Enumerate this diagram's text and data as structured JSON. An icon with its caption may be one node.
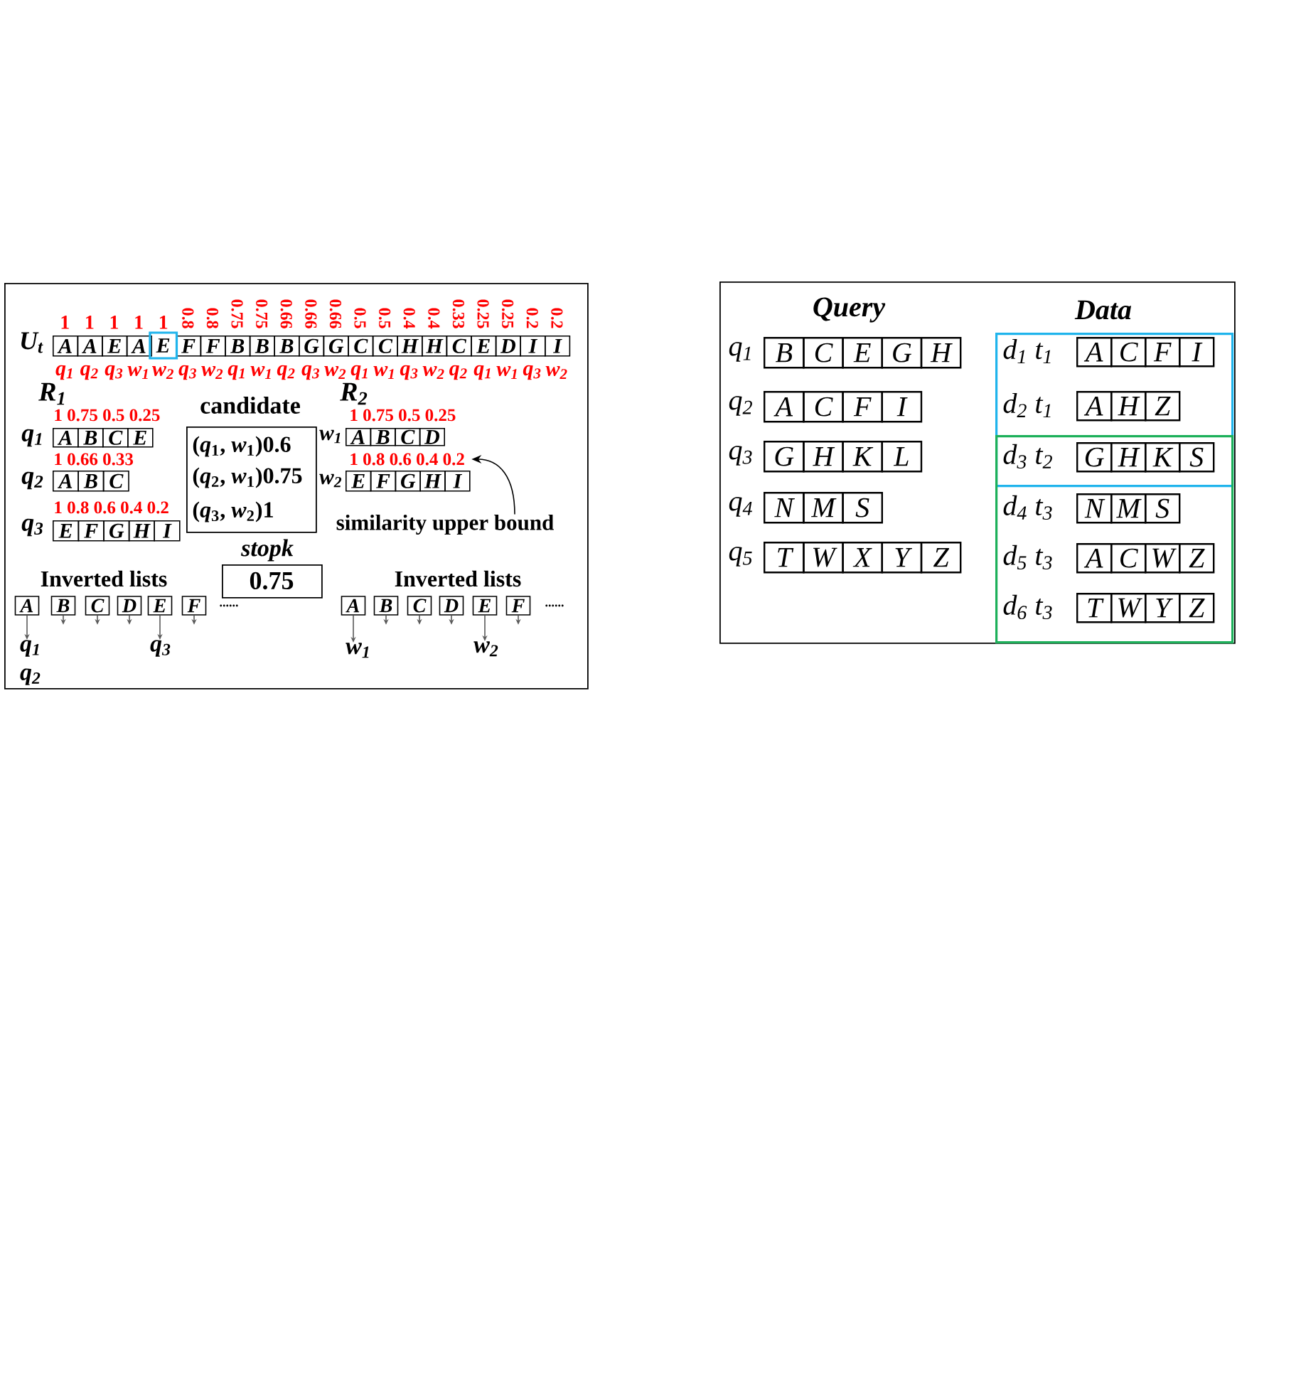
{
  "diagram": {
    "nodes": [
      {
        "text": [],
        "shape": "box"
      },
      {
        "text": [
          "A",
          "A",
          "E",
          "A",
          "E",
          "F",
          "F",
          "B",
          "B",
          "B",
          "G",
          "G",
          "C",
          "C",
          "H",
          "H",
          "C",
          "E",
          "D",
          "I",
          "I"
        ],
        "beside": [
          "U$_{t}$",
          "1",
          "1",
          "1",
          "1",
          "1",
          "0.8",
          "0.8",
          "0.75",
          "0.75",
          "0.66",
          "0.66",
          "0.66",
          "0.5",
          "0.5",
          "0.4",
          "0.4",
          "0.33",
          "0.25",
          "0.25",
          "0.2",
          "0.2",
          "q$_{1}$",
          "q$_{2}$",
          "q$_{3}$",
          "w$_{1}$",
          "w$_{2}$",
          "q$_{3}$",
          "w$_{2}$",
          "q$_{1}$",
          "w$_{1}$",
          "q$_{2}$",
          "q$_{3}$",
          "w$_{2}$",
          "q$_{1}$",
          "w$_{1}$",
          "q$_{3}$",
          "w$_{2}$",
          "q$_{2}$",
          "q$_{1}$",
          "w$_{1}$",
          "q$_{3}$",
          "w$_{2}$"
        ],
        "in": 0
      },
      {
        "text": [
          "A",
          "B",
          "C",
          "E"
        ],
        "beside": [
          "q$_{1}$",
          "1 0.75 0.5 0.25"
        ],
        "in": 0
      },
      {
        "text": [
          "A",
          "B",
          "C"
        ],
        "beside": [
          "q$_{2}$",
          "1 0.66 0.33"
        ],
        "in": 0
      },
      {
        "text": [
          "E",
          "F",
          "G",
          "H",
          "I"
        ],
        "beside": [
          "q$_{3}$",
          "1 0.8 0.6 0.4 0.2"
        ],
        "in": 0
      },
      {
        "text": [
          "candidate",
          "(*q*$_{1}$, *w*$_{1}$)0.6",
          "(*q*$_{2}$, *w*$_{1}$)0.75",
          "(*q*$_{3}$, *w*$_{2}$)1"
        ],
        "in": 0
      },
      {
        "text": [
          "A",
          "B",
          "C",
          "D"
        ],
        "beside": [
          "w$_{1}$",
          "1 0.75 0.5 0.25"
        ],
        "in": 0
      },
      {
        "text": [
          "E",
          "F",
          "G",
          "H",
          "I"
        ],
        "beside": [
          "w$_{2}$",
          "1 0.8 0.6 0.4 0.2"
        ],
        "in": 0
      },
      {
        "text": [
          "similarity upper bound"
        ],
        "in": 0
      },
      {
        "text": [
          "stopk",
          "0.75"
        ],
        "in": 0
      },
      {
        "text": [
          "A"
        ],
        "in": 0
      },
      {
        "text": [
          "B"
        ],
        "in": 0
      },
      {
        "text": [
          "C"
        ],
        "in": 0
      },
      {
        "text": [
          "D"
        ],
        "in": 0
      },
      {
        "text": [
          "E"
        ],
        "in": 0
      },
      {
        "text": [
          "F"
        ],
        "in": 0
      },
      {
        "text": [
          "q$_{1}$ q$_{2}$"
        ],
        "in": 0
      },
      {
        "text": [
          "q$_{3}$"
        ],
        "in": 0
      },
      {
        "text": [
          "A"
        ],
        "in": 0
      },
      {
        "text": [
          "B"
        ],
        "in": 0
      },
      {
        "text": [
          "C"
        ],
        "in": 0
      },
      {
        "text": [
          "D"
        ],
        "in": 0
      },
      {
        "text": [
          "E"
        ],
        "in": 0
      },
      {
        "text": [
          "F"
        ],
        "in": 0
      },
      {
        "text": [
          "w$_{1}$"
        ],
        "in": 0
      },
      {
        "text": [
          "w$_{2}$"
        ],
        "in": 0
      },
      {
        "text": [],
        "shape": "box"
      },
      {
        "text": [
          "B",
          "C",
          "E",
          "G",
          "H"
        ],
        "beside": [
          "q$_{1}$"
        ],
        "in": 26
      },
      {
        "text": [
          "A",
          "C",
          "F",
          "I"
        ],
        "beside": [
          "q$_{2}$"
        ],
        "in": 26
      },
      {
        "text": [
          "G",
          "H",
          "K",
          "L"
        ],
        "beside": [
          "q$_{3}$"
        ],
        "in": 26
      },
      {
        "text": [
          "N",
          "M",
          "S"
        ],
        "beside": [
          "q$_{4}$"
        ],
        "in": 26
      },
      {
        "text": [
          "T",
          "W",
          "X",
          "Y",
          "Z"
        ],
        "beside": [
          "q$_{5}$"
        ],
        "in": 26
      },
      {
        "text": [],
        "shape": "box",
        "in": 26
      },
      {
        "text": [
          "A",
          "C",
          "F",
          "I"
        ],
        "beside": [
          "d$_{1}$ t$_{1}$"
        ],
        "in": 32
      },
      {
        "text": [
          "A",
          "H",
          "Z"
        ],
        "beside": [
          "d$_{2}$ t$_{1}$"
        ],
        "in": 32
      },
      {
        "text": [],
        "shape": "box",
        "in": 26
      },
      {
        "text": [
          "G",
          "H",
          "K",
          "S"
        ],
        "beside": [
          "d$_{3}$ t$_{2}$"
        ]
      },
      {
        "text": [
          "N",
          "M",
          "S"
        ],
        "beside": [
          "d$_{4}$ t$_{3}$"
        ],
        "in": 35
      },
      {
        "text": [
          "A",
          "C",
          "W",
          "Z"
        ],
        "beside": [
          "d$_{5}$ t$_{3}$"
        ],
        "in": 35
      },
      {
        "text": [
          "T",
          "W",
          "Y",
          "Z"
        ],
        "beside": [
          "d$_{6}$ t$_{3}$"
        ],
        "in": 35
      }
    ],
    "edges": [
      {
        "from": 8,
        "to": 7,
        "arrow": "to",
        "color": "#000000"
      },
      {
        "from": 10,
        "to": 16,
        "arrow": "to"
      },
      {
        "from": 11,
        "to": null,
        "arrow": "to"
      },
      {
        "from": 12,
        "to": null,
        "arrow": "to"
      },
      {
        "from": 13,
        "to": null,
        "arrow": "to"
      },
      {
        "from": 14,
        "to": 17,
        "arrow": "to"
      },
      {
        "from": 15,
        "to": null,
        "arrow": "to"
      },
      {
        "from": 18,
        "to": 24,
        "arrow": "to"
      },
      {
        "from": 19,
        "to": null,
        "arrow": "to"
      },
      {
        "from": 20,
        "to": null,
        "arrow": "to"
      },
      {
        "from": 21,
        "to": null,
        "arrow": "to"
      },
      {
        "from": 22,
        "to": 25,
        "arrow": "to"
      },
      {
        "from": 23,
        "to": null,
        "arrow": "to"
      }
    ],
    "labels": [
      "R$_{1}$",
      "R$_{2}$",
      "Inverted lists",
      "Inverted lists",
      "......",
      "......",
      "Query",
      "Data"
    ]
  }
}
